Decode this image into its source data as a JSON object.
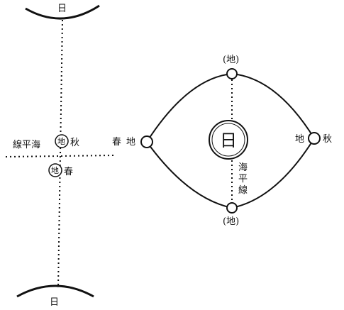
{
  "left_diagram": {
    "sun_top": "日",
    "sun_bottom": "日",
    "horizon": "線平海",
    "earth_autumn": "地",
    "autumn": "秋",
    "earth_spring": "地",
    "spring": "春"
  },
  "right_diagram": {
    "earth_top": "(地)",
    "earth_bottom": "(地)",
    "sun": "日",
    "spring": "春",
    "earth_left": "地",
    "earth_right": "地",
    "autumn": "秋",
    "horizon_vertical": [
      "海",
      "平",
      "線"
    ]
  }
}
